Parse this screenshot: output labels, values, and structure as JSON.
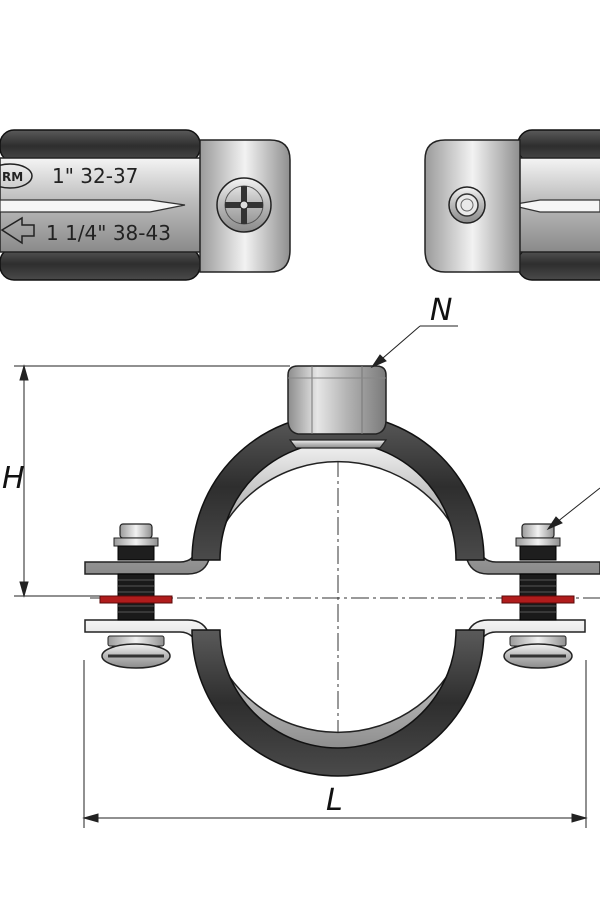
{
  "diagram": {
    "labels": {
      "height": "H",
      "length": "L",
      "nut": "N"
    },
    "markings": {
      "size_top": "1\" 32-37",
      "size_bottom": "1 1/4\" 38-43",
      "brand": "RM"
    }
  },
  "colors": {
    "rubber": "#3a3a3a",
    "steel": "#c8c8c8",
    "seal_red": "#b01c1c",
    "line": "#222222"
  }
}
